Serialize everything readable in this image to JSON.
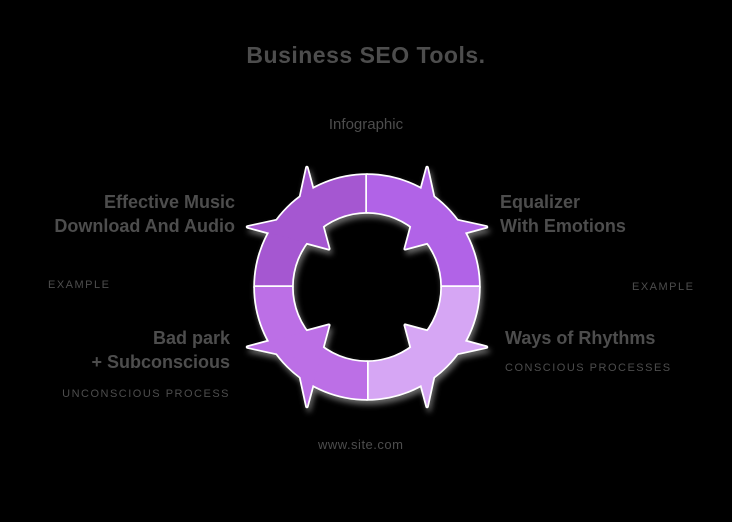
{
  "page": {
    "background_color": "#000000",
    "text_color": "#4d4d4d"
  },
  "title": {
    "text": "Business SEO Tools."
  },
  "subtitle": {
    "text": "Infographic"
  },
  "diagram": {
    "type": "circular-cycle-arrows",
    "description": "Ring of four quarter segments, each with an arrowhead pointing diagonally inward toward the center",
    "outline_color": "#ffffff",
    "segments": {
      "top_left": {
        "position": "top-left",
        "color": "#a557d1"
      },
      "top_right": {
        "position": "top-right",
        "color": "#b163e7"
      },
      "bottom_right": {
        "position": "bottom-right",
        "color": "#d6a6f4"
      },
      "bottom_left": {
        "position": "bottom-left",
        "color": "#bc6fe6"
      }
    }
  },
  "labels": {
    "top_left": {
      "line1": "Effective Music",
      "line2": "Download And Audio"
    },
    "top_right": {
      "line1": "Equalizer",
      "line2": "With Emotions"
    },
    "bottom_left": {
      "line1": "Bad park",
      "line2": "+ Subconscious",
      "caption": "UNCONSCIOUS PROCESS"
    },
    "bottom_right": {
      "line1": "Ways of Rhythms",
      "caption": "CONSCIOUS PROCESSES"
    },
    "left_caption": "EXAMPLE",
    "right_caption": "EXAMPLE",
    "bottom_caption": "www.site.com"
  }
}
